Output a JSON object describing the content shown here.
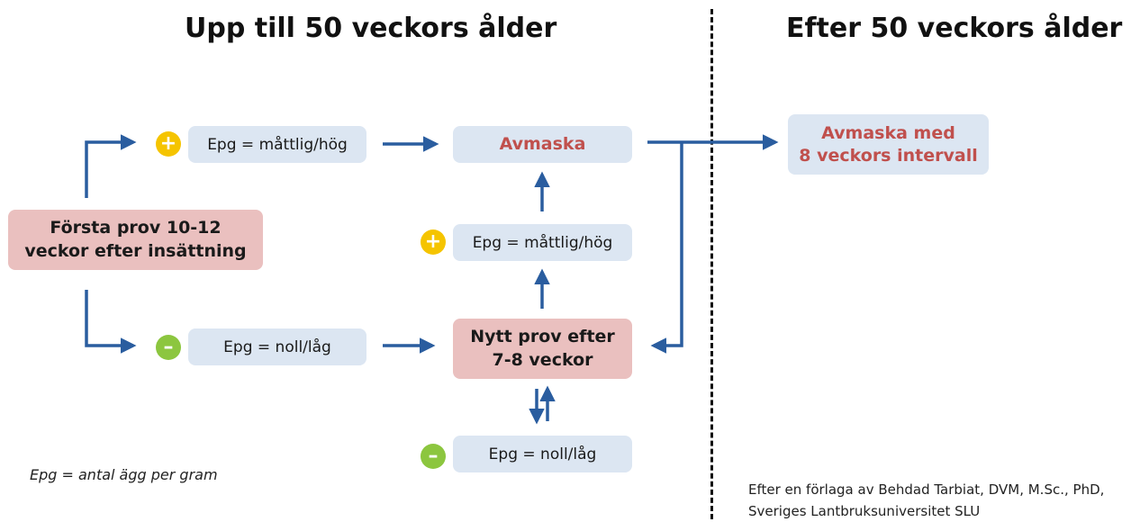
{
  "titles": {
    "left": "Upp till 50 veckors ålder",
    "right": "Efter 50 veckors ålder"
  },
  "boxes": {
    "start": [
      "Första prov 10-12",
      "veckor efter insättning"
    ],
    "epg_high_top": "Epg = måttlig/hög",
    "avmaska": "Avmaska",
    "avmaska_interval": [
      "Avmaska med",
      "8 veckors intervall"
    ],
    "epg_high_mid": "Epg = måttlig/hög",
    "epg_low_left": "Epg = noll/låg",
    "nytt_prov": [
      "Nytt prov efter",
      "7-8 veckor"
    ],
    "epg_low_bottom": "Epg = noll/låg"
  },
  "signs": {
    "plus": "+",
    "minus": "–"
  },
  "notes": {
    "legend": "Epg = antal ägg per gram",
    "credit": [
      "Efter en förlaga av Behdad Tarbiat, DVM, M.Sc., PhD,",
      "Sveriges Lantbruksuniversitet SLU"
    ]
  },
  "colors": {
    "arrow": "#2a5d9f",
    "box_blue": "#dce6f2",
    "box_pink": "#eac0bf",
    "accent_red": "#c0504d",
    "plus_yellow": "#f5c400",
    "minus_green": "#8cc63f"
  }
}
